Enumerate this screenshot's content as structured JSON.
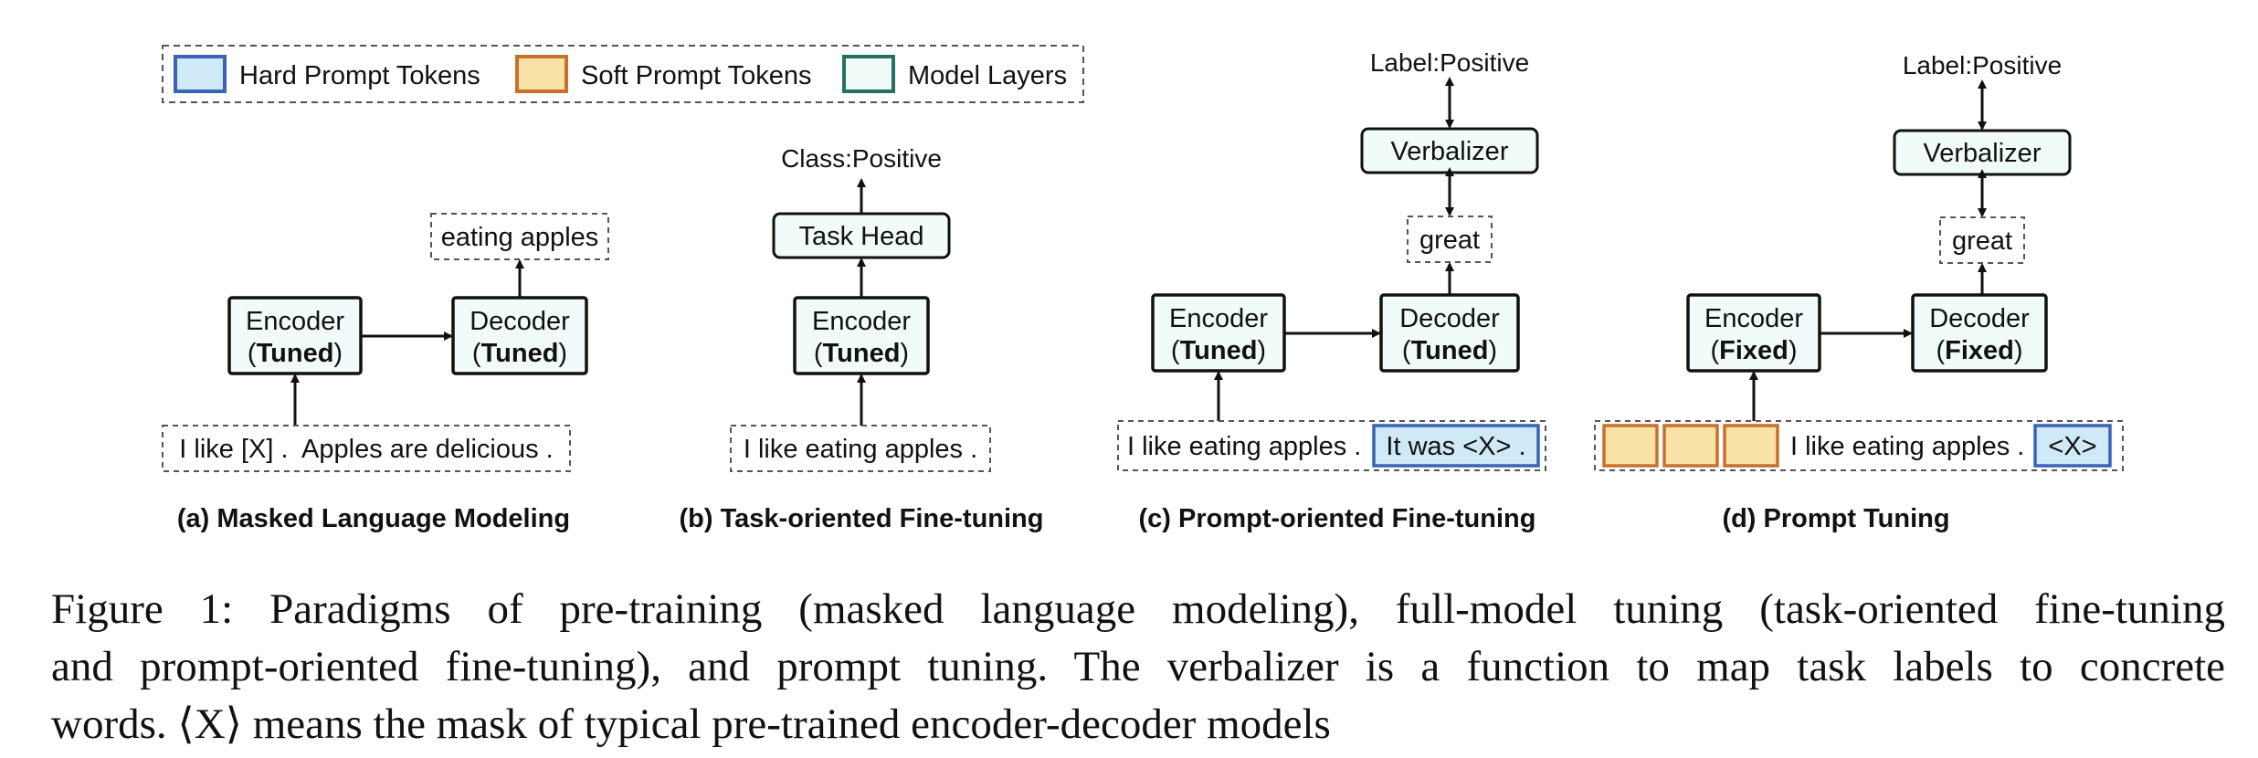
{
  "legend": {
    "hard": "Hard Prompt Tokens",
    "soft": "Soft Prompt Tokens",
    "layers": "Model Layers"
  },
  "colors": {
    "hard_fill": "#cfe9f7",
    "hard_stroke": "#3b63b8",
    "soft_fill": "#f9e2a8",
    "soft_stroke": "#c8702e",
    "layer_fill": "#f1fbfa",
    "layer_stroke": "#27705f"
  },
  "panel_a": {
    "encoder": "Encoder",
    "encoder_state": "Tuned",
    "decoder": "Decoder",
    "decoder_state": "Tuned",
    "output": "eating apples",
    "input": "I like [X] .  Apples are delicious .",
    "title": "(a) Masked Language Modeling"
  },
  "panel_b": {
    "output": "Class:Positive",
    "head": "Task Head",
    "encoder": "Encoder",
    "encoder_state": "Tuned",
    "input": "I like eating apples .",
    "title": "(b) Task-oriented Fine-tuning"
  },
  "panel_c": {
    "label": "Label:Positive",
    "verbalizer": "Verbalizer",
    "word": "great",
    "encoder": "Encoder",
    "encoder_state": "Tuned",
    "decoder": "Decoder",
    "decoder_state": "Tuned",
    "input": "I like eating apples .",
    "prompt": "It was <X> .",
    "title": "(c) Prompt-oriented Fine-tuning"
  },
  "panel_d": {
    "label": "Label:Positive",
    "verbalizer": "Verbalizer",
    "word": "great",
    "encoder": "Encoder",
    "encoder_state": "Fixed",
    "decoder": "Decoder",
    "decoder_state": "Fixed",
    "input": "I like eating apples .",
    "mask": "<X>",
    "title": "(d) Prompt Tuning"
  },
  "caption": {
    "line1": "Figure 1:  Paradigms of pre-training (masked language modeling), full-model tuning (task-oriented fine-tuning",
    "line2": "and prompt-oriented fine-tuning), and prompt tuning.  The verbalizer is a function to map task labels to concrete",
    "line3": "words. ⟨X⟩ means the mask of typical pre-trained encoder-decoder models"
  }
}
